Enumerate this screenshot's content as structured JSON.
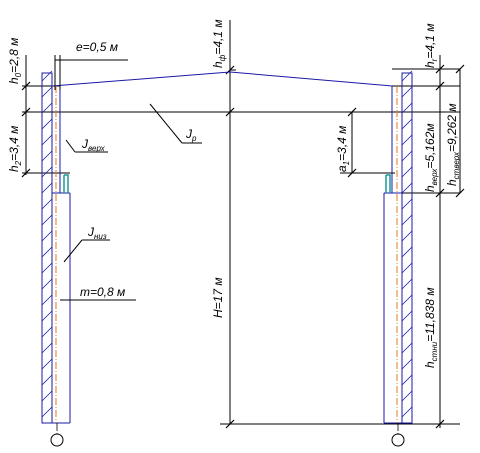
{
  "labels": {
    "h0": "h",
    "h0_sub": "0",
    "h0_val": "=2,8 м",
    "h2": "h",
    "h2_sub": "2",
    "h2_val": "=3,4 м",
    "e": "e=0,5 м",
    "hf": "h",
    "hf_sub": "ф",
    "hf_val": "=4,1 м",
    "hr": "h",
    "hr_sub": "r",
    "hr_val": "=4,1 м",
    "J_verh": "J",
    "J_verh_sub": "верх",
    "J_p": "J",
    "J_p_sub": "р",
    "J_niz": "J",
    "J_niz_sub": "низ",
    "m": "m=0,8 м",
    "H": "H=17 м",
    "a1": "a",
    "a1_sub": "1",
    "a1_val": "=3,4 м",
    "h_verh": "h",
    "h_verh_sub": "верх",
    "h_verh_val": "=5,162м",
    "h_stverh": "h",
    "h_stverh_sub": "стверх",
    "h_stverh_val": "=9,262 м",
    "h_stniz": "h",
    "h_stniz_sub": "стни",
    "h_stniz_val": "=11,838 м"
  },
  "colors": {
    "structure": "#1a1aa6",
    "axis": "#e07b1a",
    "bracket": "#1a9a9a",
    "dimension": "#000000"
  }
}
